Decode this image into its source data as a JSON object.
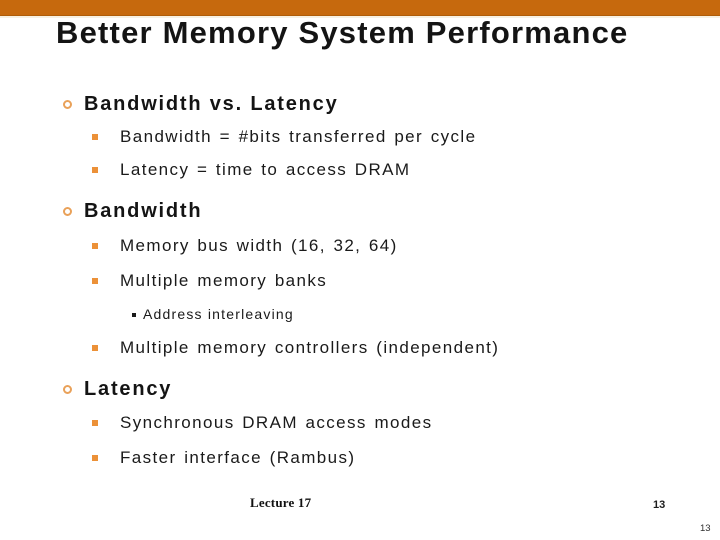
{
  "slide": {
    "title": "Better Memory System Performance",
    "bullets": [
      {
        "level": 1,
        "text": "Bandwidth vs. Latency"
      },
      {
        "level": 2,
        "text": "Bandwidth = #bits transferred per cycle"
      },
      {
        "level": 2,
        "text": "Latency = time to access DRAM"
      },
      {
        "level": 1,
        "text": "Bandwidth"
      },
      {
        "level": 2,
        "text": "Memory bus width (16, 32, 64)"
      },
      {
        "level": 2,
        "text": "Multiple memory banks"
      },
      {
        "level": 3,
        "text": "Address interleaving"
      },
      {
        "level": 2,
        "text": "Multiple memory controllers (independent)"
      },
      {
        "level": 1,
        "text": "Latency"
      },
      {
        "level": 2,
        "text": "Synchronous DRAM access modes"
      },
      {
        "level": 2,
        "text": "Faster interface (Rambus)"
      }
    ],
    "footer": {
      "lecture_label": "Lecture 17",
      "page_number": "13",
      "page_number_small": "13"
    },
    "theme": {
      "top_bar_color": "#C6690D",
      "ring_bullet_color": "#E9A159",
      "square_bullet_color": "#EC9138",
      "level3_bullet_color": "#1A1A1A"
    }
  }
}
